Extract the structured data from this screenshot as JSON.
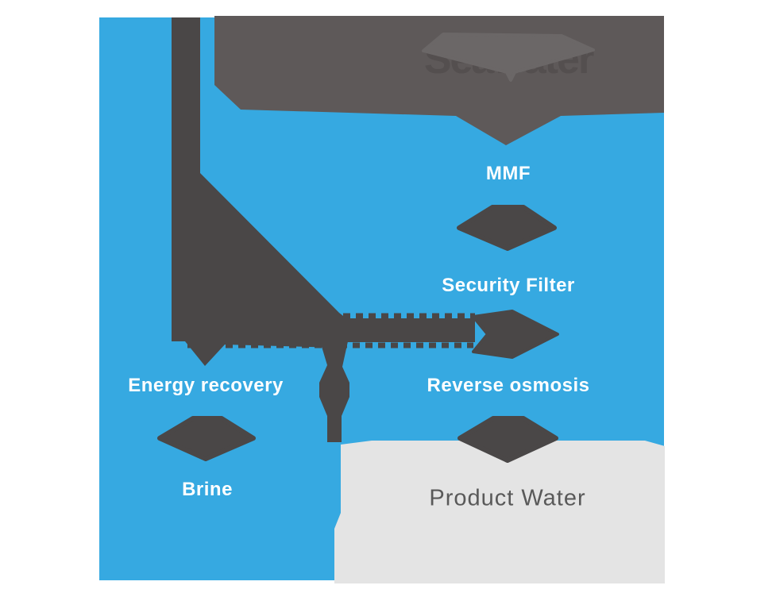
{
  "diagram": {
    "type": "process-flow",
    "stages": {
      "seawater": {
        "label": "Seawater"
      },
      "mmf": {
        "label": "MMF"
      },
      "security_filter": {
        "label": "Security Filter"
      },
      "reverse_osmosis": {
        "label": "Reverse osmosis"
      },
      "energy_recovery": {
        "label": "Energy recovery"
      },
      "brine": {
        "label": "Brine"
      },
      "product_water": {
        "label": "Product Water"
      }
    },
    "flow_order": [
      "Seawater",
      "MMF",
      "Security Filter",
      "Reverse osmosis",
      "Product Water"
    ],
    "side_flow_order": [
      "Reverse osmosis",
      "Energy recovery",
      "Brine"
    ],
    "palette": {
      "water_blue": "#36a9e1",
      "intake_box_gray": "#5e5959",
      "intake_marker_gray": "#6b6767",
      "pipe_dark_gray": "#4a4747",
      "product_box_gray": "#e4e4e4",
      "product_text_gray": "#595959",
      "label_white": "#ffffff",
      "background": "#ffffff"
    }
  }
}
